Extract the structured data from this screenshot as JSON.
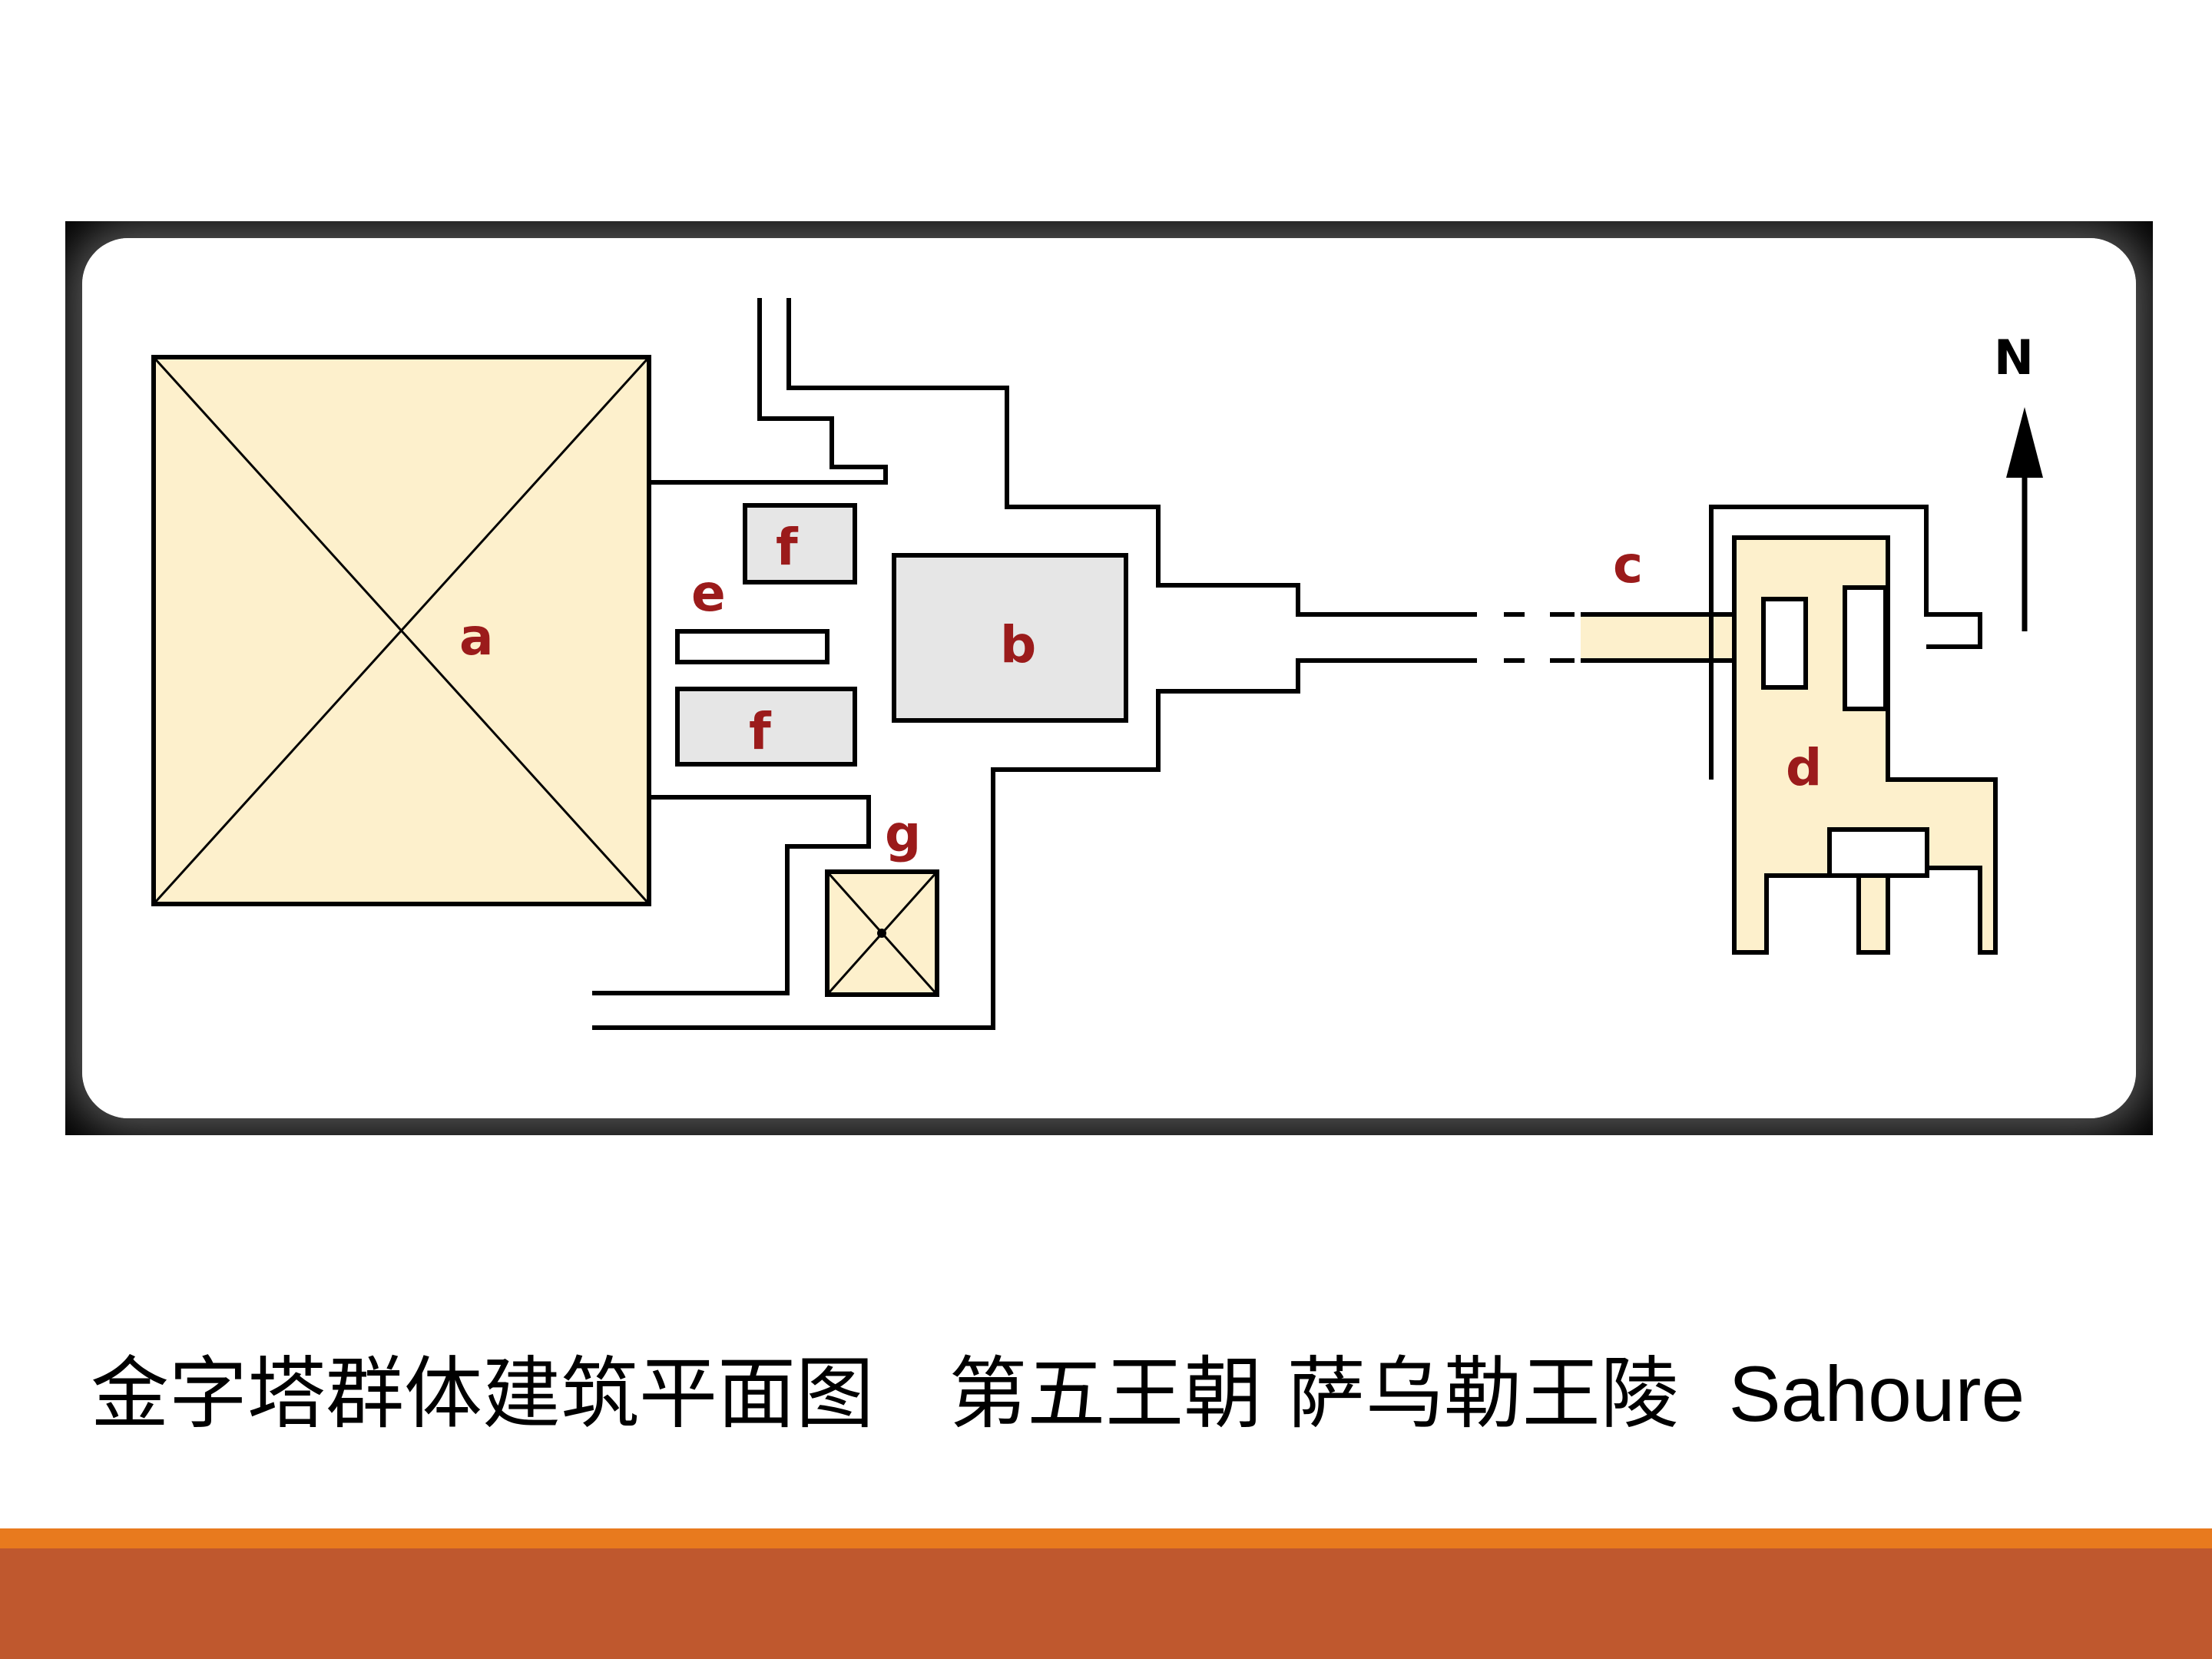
{
  "diagram": {
    "labels": {
      "a": "a",
      "b": "b",
      "c": "c",
      "d": "d",
      "e": "e",
      "f_upper": "f",
      "f_lower": "f",
      "g": "g",
      "north": "N"
    },
    "colors": {
      "pyramid_fill": "#fdf0cc",
      "temple_fill": "#e6e6e6",
      "label_red": "#9b1b1b",
      "frame": "#000000"
    }
  },
  "caption": {
    "zh_left": "金字塔群体建筑平面图",
    "zh_right": "第五王朝 萨乌勒王陵",
    "en": "Sahoure"
  },
  "theme": {
    "bar_top": "#e87a1e",
    "bar_main": "#bf582e"
  }
}
